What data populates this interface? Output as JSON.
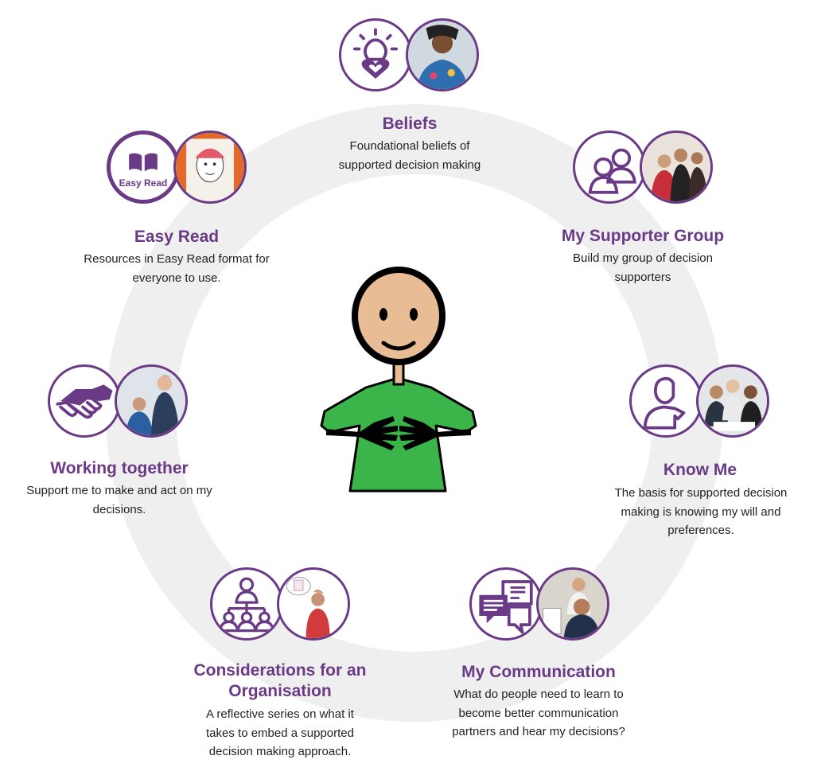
{
  "segments": {
    "beliefs": {
      "title": "Beliefs",
      "desc": "Foundational beliefs of supported decision making",
      "icon": "lightbulb-heart-icon"
    },
    "supporter_group": {
      "title": "My Supporter Group",
      "desc": "Build my group of decision supporters",
      "icon": "group-people-icon"
    },
    "know_me": {
      "title": "Know Me",
      "desc": "The basis for supported decision making is knowing my will and preferences.",
      "icon": "person-icon"
    },
    "communication": {
      "title": "My Communication",
      "desc": "What do people need to learn to become better communication partners and hear my decisions?",
      "icon": "speech-bubbles-icon"
    },
    "organisation": {
      "title": "Considerations for an Organisation",
      "desc": "A reflective series on what it takes to embed a supported decision making approach.",
      "icon": "organisation-hierarchy-icon"
    },
    "working_together": {
      "title": "Working together",
      "desc": "Support me to make and act on my decisions.",
      "icon": "handshake-icon"
    },
    "easy_read": {
      "title": "Easy Read",
      "desc": "Resources in Easy Read format for everyone to use.",
      "icon": "book-icon",
      "badge_label": "Easy Read"
    }
  },
  "colors": {
    "accent": "#6b3a86",
    "ring": "#efefef",
    "shirt": "#3bb54a",
    "skin": "#e8bd96"
  }
}
